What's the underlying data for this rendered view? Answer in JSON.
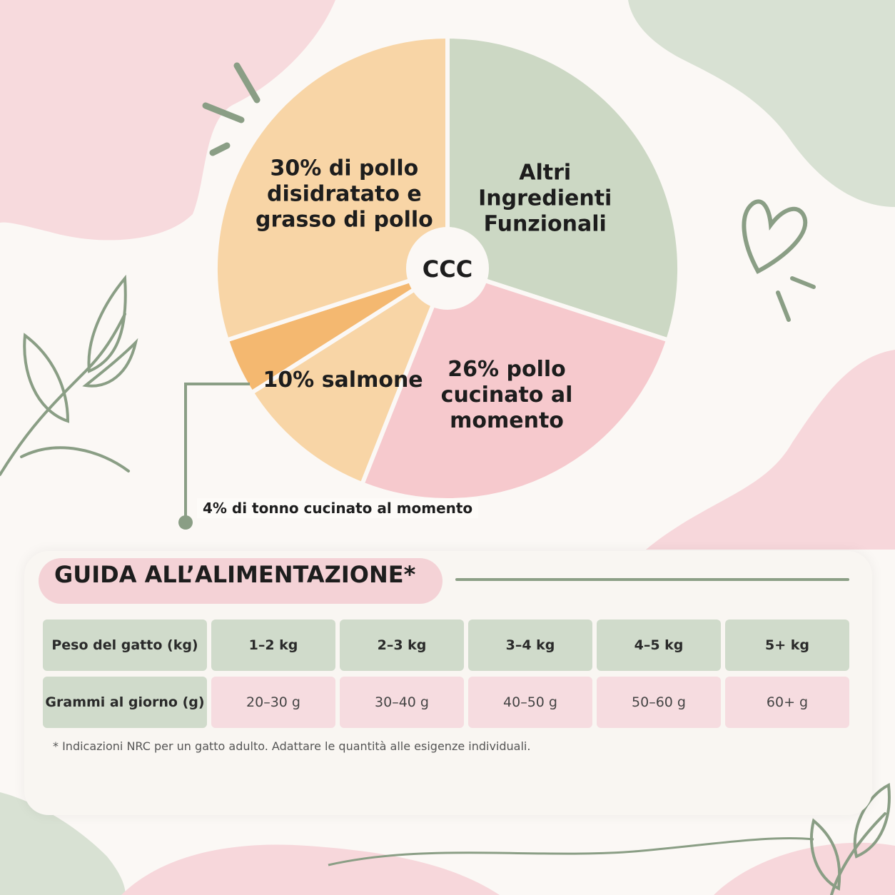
{
  "chart_data": {
    "type": "pie",
    "center_label": "CCC",
    "slices": [
      {
        "label_lines": [
          "Altri",
          "Ingredienti",
          "Funzionali"
        ],
        "value": 30,
        "color": "#ccd8c4"
      },
      {
        "label_lines": [
          "26% pollo",
          "cucinato al",
          "momento"
        ],
        "value": 26,
        "color": "#f6c9cd"
      },
      {
        "label_lines": [
          "10% salmone"
        ],
        "value": 10,
        "color": "#f8d5a6"
      },
      {
        "label_lines": [],
        "value": 4,
        "color": "#f4b870"
      },
      {
        "label_lines": [
          "30% di pollo",
          "disidratato e",
          "grasso di pollo"
        ],
        "value": 30,
        "color": "#f8d5a6"
      }
    ],
    "callout": "4% di tonno cucinato al momento"
  },
  "guide": {
    "title": "GUIDA ALL’ALIMENTAZIONE*",
    "row1_label": "Peso del gatto (kg)",
    "row2_label": "Grammi al giorno (g)",
    "weights": [
      "1–2 kg",
      "2–3 kg",
      "3–4 kg",
      "4–5 kg",
      "5+ kg"
    ],
    "grams": [
      "20–30 g",
      "30–40 g",
      "40–50 g",
      "50–60 g",
      "60+ g"
    ],
    "footnote": "* Indicazioni NRC per un gatto adulto. Adattare le quantità alle esigenze individuali."
  }
}
